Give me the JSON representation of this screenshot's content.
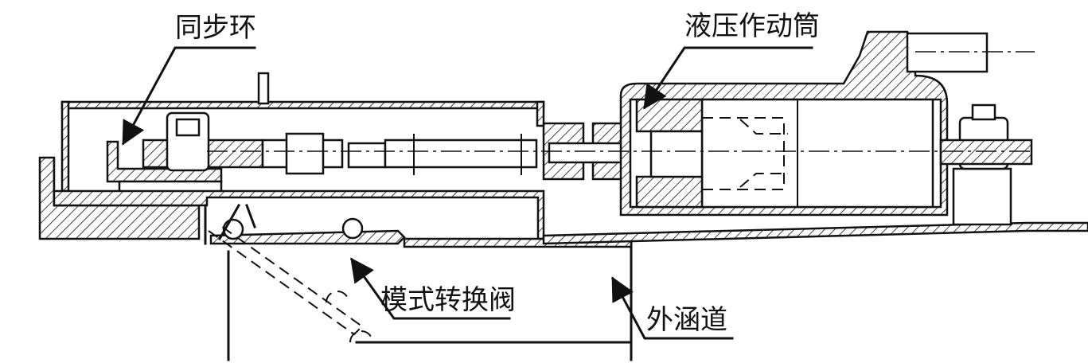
{
  "labels": {
    "sync_ring": "同步环",
    "hydraulic_actuator": "液压作动筒",
    "mode_selector_valve": "模式转换阀",
    "bypass_duct": "外涵道"
  },
  "colors": {
    "line": "#111111",
    "background": "#ffffff"
  }
}
